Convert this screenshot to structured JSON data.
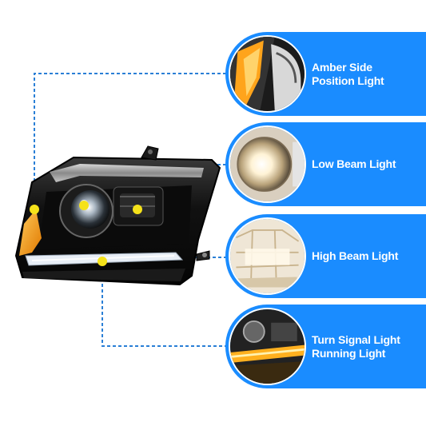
{
  "features": [
    {
      "id": "amber",
      "line1": "Amber Side",
      "line2": "Position Light",
      "icon": "amber-side-light-icon"
    },
    {
      "id": "low",
      "line1": "Low Beam Light",
      "line2": "",
      "icon": "low-beam-light-icon"
    },
    {
      "id": "high",
      "line1": "High Beam Light",
      "line2": "",
      "icon": "high-beam-light-icon"
    },
    {
      "id": "turn",
      "line1": "Turn Signal Light",
      "line2": "Running Light",
      "icon": "turn-signal-light-icon"
    }
  ],
  "colors": {
    "pill": "#1a8cff",
    "leader_line": "#2a7fd6",
    "marker": "#f5e21a",
    "amber": "#ffa41b"
  }
}
